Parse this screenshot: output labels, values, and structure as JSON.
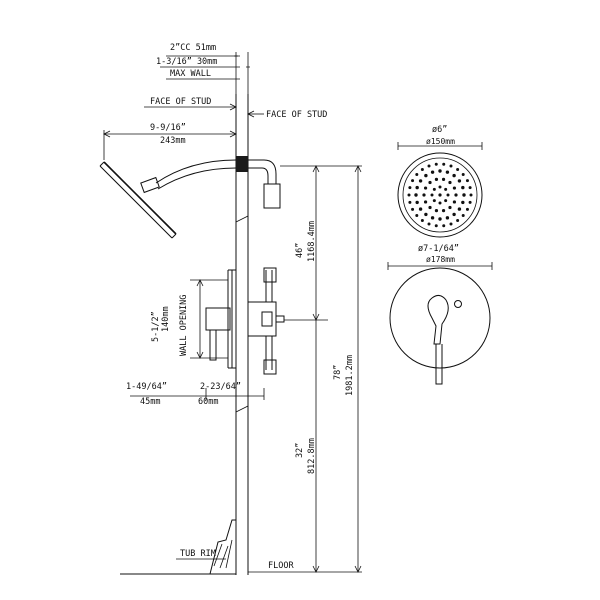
{
  "labels": {
    "cc": "2”CC 51mm",
    "wall_thick": "1-3/16” 30mm",
    "max_wall": "MAX WALL",
    "face_of_stud_left": "FACE OF STUD",
    "face_of_stud_right": "FACE OF STUD",
    "arm_length_in": "9-9/16”",
    "arm_length_mm": "243mm",
    "head_height_in": "46”",
    "head_height_mm": "1168.4mm",
    "total_height_in": "78”",
    "total_height_mm": "1981.2mm",
    "valve_height_in": "32”",
    "valve_height_mm": "812.8mm",
    "opening_in": "5-1/2”",
    "opening_mm": "140mm",
    "wall_opening": "WALL OPENING",
    "depth1_in": "1-49/64”",
    "depth2_in": "2-23/64”",
    "depth1_mm": "45mm",
    "depth2_mm": "60mm",
    "tub_rim": "TUB RIM",
    "floor": "FLOOR",
    "head_dia_in": "ø6”",
    "head_dia_mm": "ø150mm",
    "trim_dia_in": "ø7-1/64”",
    "trim_dia_mm": "ø178mm"
  },
  "icons": [
    "shower-head-icon",
    "valve-trim-icon",
    "lever-handle-icon"
  ]
}
